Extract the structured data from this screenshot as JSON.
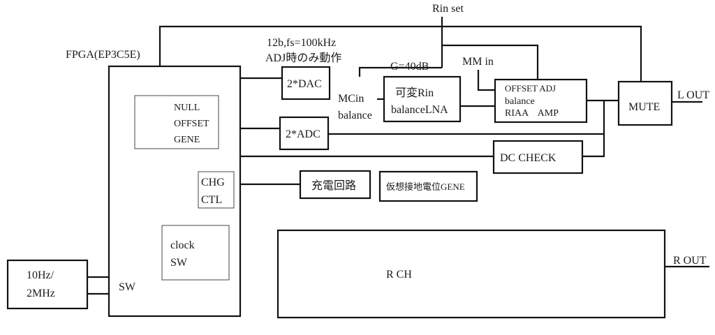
{
  "diagram": {
    "rin_set": "Rin set",
    "fpga": "FPGA(EP3C5E)",
    "dac_note_1": "12b,fs=100kHz",
    "dac_note_2": "ADJ時のみ動作",
    "gain_label": "G=40dB",
    "mm_in": "MM in",
    "mcin_1": "MCin",
    "mcin_2": "balance",
    "null_offset": [
      "NULL",
      "OFFSET",
      "GENE"
    ],
    "dac": "2*DAC",
    "adc": "2*ADC",
    "lna": [
      "可変Rin",
      "balanceLNA"
    ],
    "riaa": [
      "OFFSET ADJ",
      "balance",
      "RIAA    AMP"
    ],
    "mute": "MUTE",
    "l_out": "L OUT",
    "dc_check": "DC CHECK",
    "chg_ctl": [
      "CHG",
      "CTL"
    ],
    "charger": "充電回路",
    "virtual_gnd": "仮想接地電位GENE",
    "clock_sw": [
      "clock",
      "SW"
    ],
    "osc": [
      "10Hz/",
      "2MHz"
    ],
    "sw": "SW",
    "r_ch": "R CH",
    "r_out": "R OUT"
  }
}
